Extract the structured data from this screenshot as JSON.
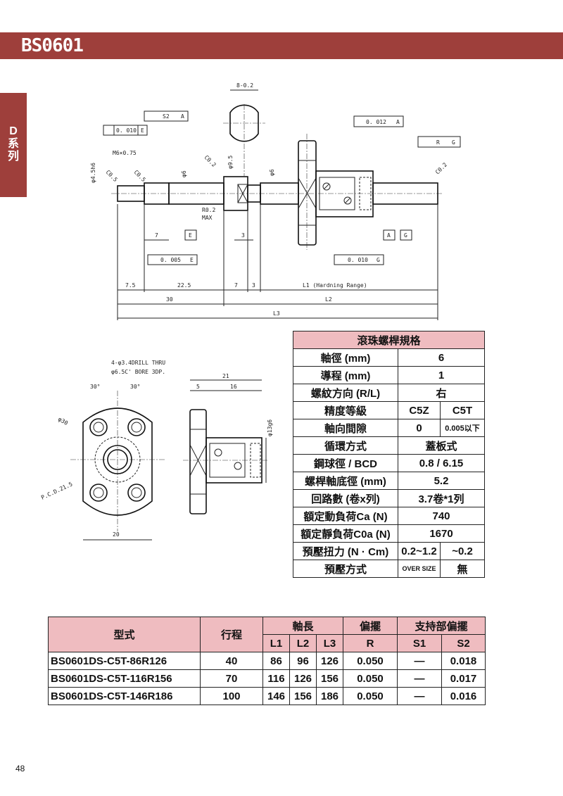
{
  "header": {
    "title": "BS0601"
  },
  "side_tab": {
    "letter": "D",
    "label1": "系",
    "label2": "列"
  },
  "drawing": {
    "tol_s2": "S2",
    "datum_a": "A",
    "tol_0010e": "0. 010",
    "datum_e": "E",
    "tol_0012": "0. 012",
    "tol_r": "R",
    "datum_g": "G",
    "dim_top": "8-0.2",
    "dia45": "φ4.5h6",
    "dia6tol": "φ6",
    "dia95": "φ9.5",
    "dia6": "φ6",
    "thread": "M6×0.75",
    "c05a": "C0.5",
    "c05b": "C0.5",
    "c02a": "C0.2",
    "c02b": "C0.2",
    "r02": "R0.2",
    "max": "MAX",
    "d7": "7",
    "d3": "3",
    "perp1": "0. 005",
    "perp2": "0. 010",
    "d75": "7.5",
    "d225": "22.5",
    "d7b": "7",
    "d3b": "3",
    "l1": "L1 (Hardning Range)",
    "d30": "30",
    "l2": "L2",
    "l3": "L3",
    "drill": "4-φ3.4DRILL THRU",
    "bore": "φ6.5C' BORE 3DP.",
    "ang1": "30°",
    "ang2": "30°",
    "phi30": "φ30",
    "pcd": "P.C.D.21.5",
    "w20": "20",
    "w21": "21",
    "w5": "5",
    "w16": "16",
    "phi13": "φ13g6"
  },
  "spec_table": {
    "title": "滾珠螺桿規格",
    "rows": [
      {
        "label": "軸徑 (mm)",
        "value": "6"
      },
      {
        "label": "導程 (mm)",
        "value": "1"
      },
      {
        "label": "螺紋方向 (R/L)",
        "value": "右"
      },
      {
        "label": "精度等級",
        "v1": "C5Z",
        "v2": "C5T"
      },
      {
        "label": "軸向間隙",
        "v1": "0",
        "v2": "0.005以下"
      },
      {
        "label": "循環方式",
        "value": "蓋板式"
      },
      {
        "label": "鋼球徑 / BCD",
        "value": "0.8 / 6.15"
      },
      {
        "label": "螺桿軸底徑 (mm)",
        "value": "5.2"
      },
      {
        "label": "回路數 (卷x列)",
        "value": "3.7卷*1列"
      },
      {
        "label": "額定動負荷Ca (N)",
        "value": "740"
      },
      {
        "label": "額定靜負荷C0a (N)",
        "value": "1670"
      },
      {
        "label": "預壓扭力 (N · Cm)",
        "v1": "0.2~1.2",
        "v2": "~0.2"
      },
      {
        "label": "預壓方式",
        "v1": "OVER SIZE",
        "v2": "無"
      }
    ]
  },
  "model_table": {
    "headers": {
      "model": "型式",
      "stroke": "行程",
      "length": "軸長",
      "l1": "L1",
      "l2": "L2",
      "l3": "L3",
      "runout": "偏擺",
      "r": "R",
      "support": "支持部偏擺",
      "s1": "S1",
      "s2": "S2"
    },
    "rows": [
      {
        "model": "BS0601DS-C5T-86R126",
        "stroke": "40",
        "l1": "86",
        "l2": "96",
        "l3": "126",
        "r": "0.050",
        "s1": "—",
        "s2": "0.018"
      },
      {
        "model": "BS0601DS-C5T-116R156",
        "stroke": "70",
        "l1": "116",
        "l2": "126",
        "l3": "156",
        "r": "0.050",
        "s1": "—",
        "s2": "0.017"
      },
      {
        "model": "BS0601DS-C5T-146R186",
        "stroke": "100",
        "l1": "146",
        "l2": "156",
        "l3": "186",
        "r": "0.050",
        "s1": "—",
        "s2": "0.016"
      }
    ]
  },
  "page_number": "48"
}
